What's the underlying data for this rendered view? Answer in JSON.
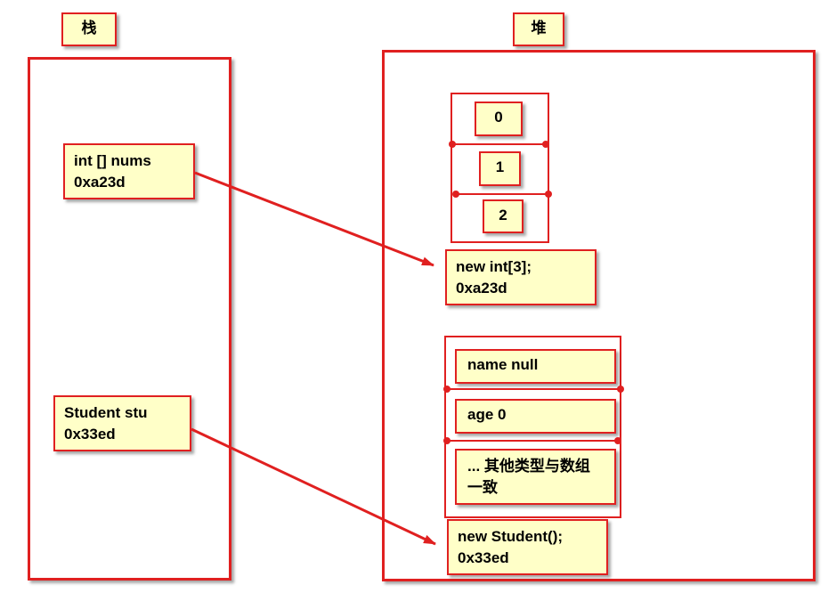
{
  "stack": {
    "label": "栈",
    "vars": [
      {
        "decl": "int [] nums",
        "addr": "0xa23d"
      },
      {
        "decl": "Student stu",
        "addr": "0x33ed"
      }
    ]
  },
  "heap": {
    "label": "堆",
    "array": {
      "cells": [
        "0",
        "1",
        "2"
      ],
      "decl": "new int[3];",
      "addr": "0xa23d"
    },
    "object": {
      "fields": [
        "name null",
        "age 0",
        "... 其他类型与数组一致"
      ],
      "decl": "new Student();",
      "addr": "0x33ed"
    }
  },
  "colors": {
    "border": "#e02020",
    "note_fill": "#ffffc8",
    "arrow": "#e02020"
  }
}
